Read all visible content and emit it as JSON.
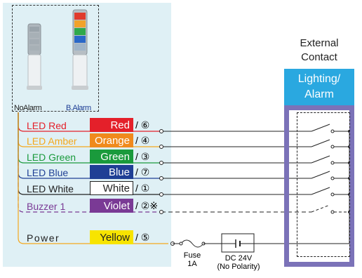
{
  "lamps": {
    "no_alarm_label": "NoAlarm",
    "b_alarm_label": "B.Alarm"
  },
  "wires": [
    {
      "label": "LED Red",
      "label_color": "#e4202a",
      "box_text": "Red",
      "box_bg": "#e4202a",
      "box_fg": "#ffffff",
      "box_border": "#e4202a",
      "num": "/ ⑥",
      "line_color": "#e4202a",
      "dashed": false
    },
    {
      "label": "LED Amber",
      "label_color": "#f4a81d",
      "box_text": "Orange",
      "box_bg": "#f08a1c",
      "box_fg": "#ffffff",
      "box_border": "#f08a1c",
      "num": "/ ④",
      "line_color": "#f4a81d",
      "dashed": false
    },
    {
      "label": "LED Green",
      "label_color": "#1a9a3c",
      "box_text": "Green",
      "box_bg": "#1a9a3c",
      "box_fg": "#ffffff",
      "box_border": "#1a9a3c",
      "num": "/ ③",
      "line_color": "#1a9a3c",
      "dashed": false
    },
    {
      "label": "LED Blue",
      "label_color": "#1f3f95",
      "box_text": "Blue",
      "box_bg": "#1f3f95",
      "box_fg": "#ffffff",
      "box_border": "#1f3f95",
      "num": "/ ⑦",
      "line_color": "#1f3f95",
      "dashed": false
    },
    {
      "label": "LED White",
      "label_color": "#222222",
      "box_text": "White",
      "box_bg": "#ffffff",
      "box_fg": "#222222",
      "box_border": "#222222",
      "num": "/ ①",
      "line_color": "#222222",
      "dashed": false
    },
    {
      "label": "Buzzer 1",
      "label_color": "#7a3a95",
      "box_text": "Violet",
      "box_bg": "#7a3a95",
      "box_fg": "#ffffff",
      "box_border": "#7a3a95",
      "num": "/ ②※",
      "line_color": "#7a3a95",
      "dashed": true
    },
    {
      "label": "Power",
      "label_color": "#222222",
      "box_text": "Yellow",
      "box_bg": "#f7e400",
      "box_fg": "#222222",
      "box_border": "#f7e400",
      "num": "/ ⑤",
      "line_color": "#f4a81d",
      "dashed": false
    }
  ],
  "fuse": {
    "label": "Fuse",
    "value": "1A"
  },
  "dc": {
    "label": "DC 24V",
    "note": "(No Polarity)"
  },
  "external": {
    "title_line1": "External",
    "title_line2": "Contact",
    "box_line1": "Lighting/",
    "box_line2": "Alarm"
  }
}
